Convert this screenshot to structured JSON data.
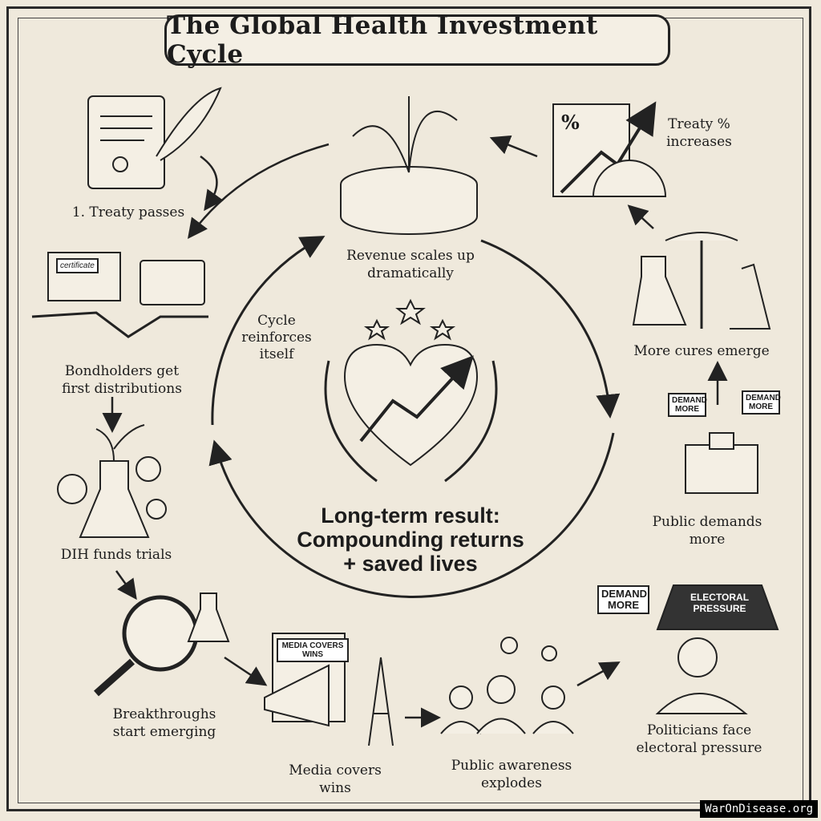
{
  "title": "The Global Health Investment Cycle",
  "steps": [
    {
      "id": "treaty-passes",
      "lines": [
        "1. Treaty passes"
      ]
    },
    {
      "id": "bondholders",
      "lines": [
        "Bondholders get",
        "first distributions"
      ]
    },
    {
      "id": "dih-funds",
      "lines": [
        "DIH funds trials"
      ]
    },
    {
      "id": "breakthroughs",
      "lines": [
        "Breakthroughs",
        "start emerging"
      ]
    },
    {
      "id": "media",
      "lines": [
        "Media covers",
        "wins"
      ]
    },
    {
      "id": "awareness",
      "lines": [
        "Public awareness",
        "explodes"
      ]
    },
    {
      "id": "politicians",
      "lines": [
        "Politicians face",
        "electoral pressure"
      ]
    },
    {
      "id": "public-demands",
      "lines": [
        "Public demands",
        "more"
      ]
    },
    {
      "id": "more-cures",
      "lines": [
        "More cures emerge"
      ]
    },
    {
      "id": "treaty-increases",
      "lines": [
        "Treaty %",
        "increases"
      ]
    },
    {
      "id": "revenue",
      "lines": [
        "Revenue scales up",
        "dramatically"
      ]
    }
  ],
  "cycle_note": [
    "Cycle",
    "reinforces",
    "itself"
  ],
  "center": [
    "Long-term result:",
    "Compounding returns",
    "+ saved lives"
  ],
  "illustration_text": {
    "certificate": "certificate",
    "percent": "%",
    "demand_more": "DEMAND MORE",
    "media_sign": "MEDIA COVERS WINS",
    "electoral_weight": "ELECTORAL PRESSURE"
  },
  "watermark": "WarOnDisease.org",
  "colors": {
    "paper": "#efe9dc",
    "ink": "#1c1c1c"
  }
}
